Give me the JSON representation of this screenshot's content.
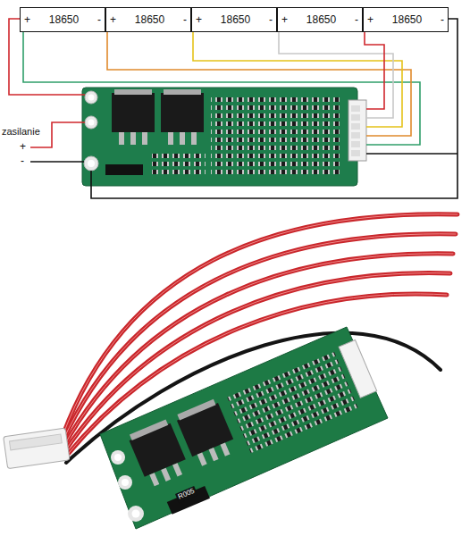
{
  "diagram": {
    "nodes": [
      {
        "text": [
          "+",
          "18650",
          "-"
        ]
      },
      {
        "text": [
          "+",
          "18650",
          "-"
        ]
      },
      {
        "text": [
          "+",
          "18650",
          "-"
        ]
      },
      {
        "text": [
          "+",
          "18650",
          "-"
        ]
      },
      {
        "text": [
          "+",
          "18650",
          "-"
        ]
      }
    ],
    "labels": [
      "zasilanie",
      "+",
      "-",
      "R005"
    ]
  }
}
